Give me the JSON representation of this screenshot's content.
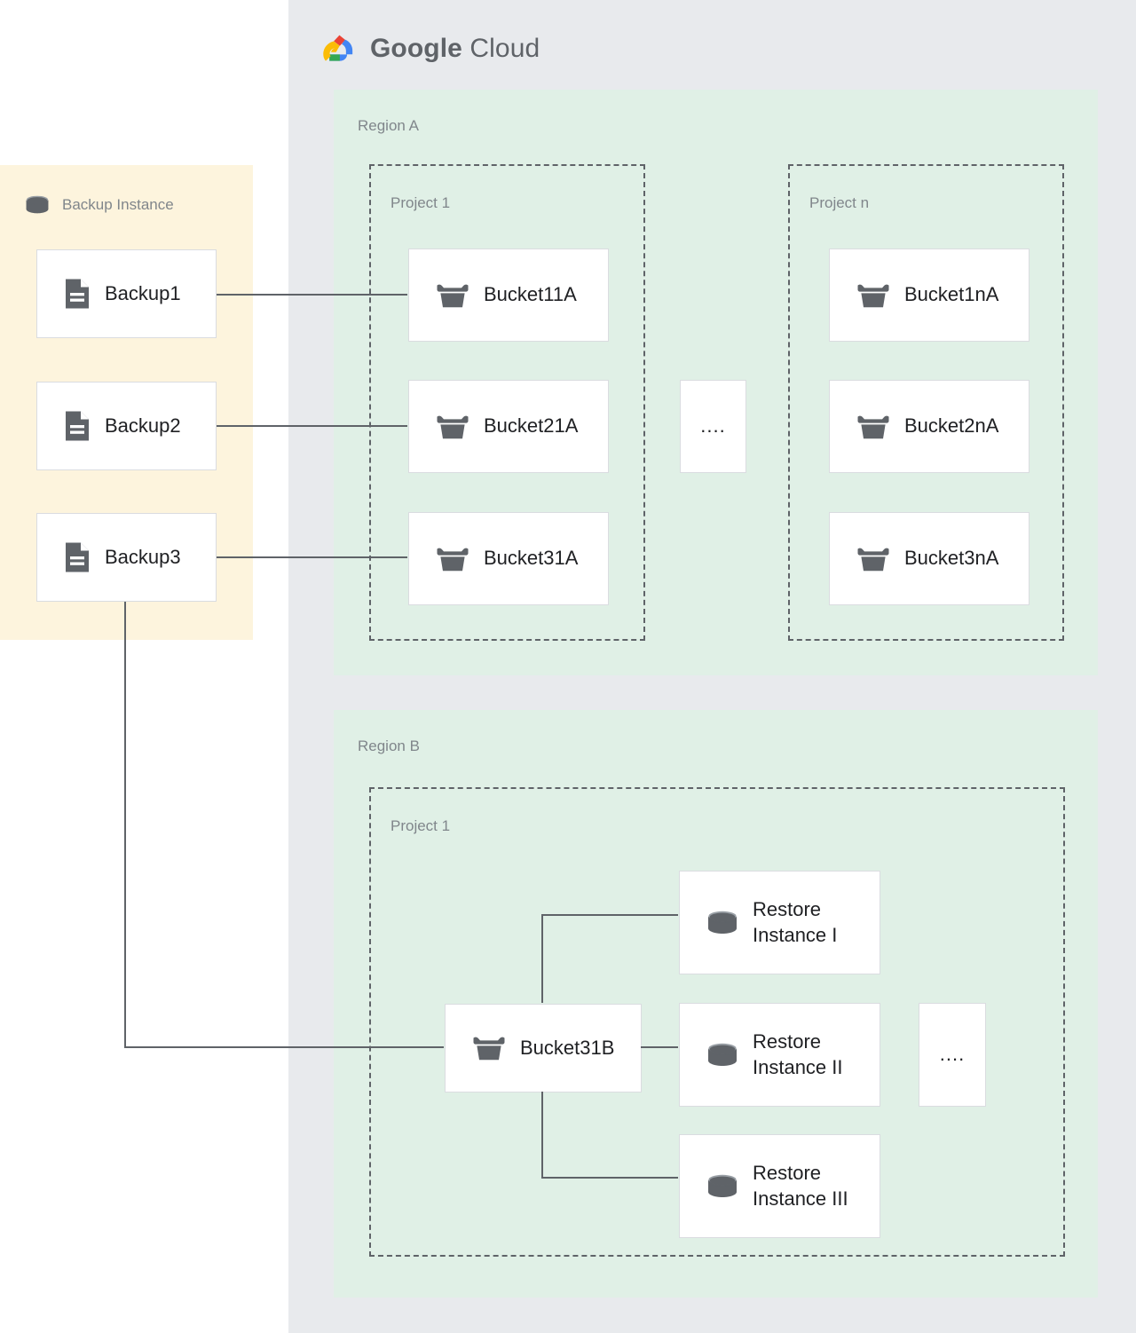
{
  "brand": {
    "logo_text_bold": "Google",
    "logo_text_light": "Cloud",
    "logo_icon": "google-cloud-logo-icon",
    "colors": {
      "cloud_red": "#EA4335",
      "cloud_blue": "#4285F4",
      "cloud_yellow": "#FBBC05",
      "cloud_green": "#34A853",
      "container_bg": "#E8EAED",
      "region_bg": "#E0F0E6",
      "backup_panel_bg": "#FDF4DD",
      "node_bg": "#FFFFFF",
      "node_border": "#DADCE0",
      "line": "#5F6368",
      "label_text": "#80868B",
      "node_text": "#202124"
    }
  },
  "backup_panel": {
    "title": "Backup Instance",
    "icon": "database-cylinder-icon",
    "items": [
      {
        "label": "Backup1",
        "icon": "document-icon"
      },
      {
        "label": "Backup2",
        "icon": "document-icon"
      },
      {
        "label": "Backup3",
        "icon": "document-icon"
      }
    ]
  },
  "regions": [
    {
      "label": "Region A",
      "projects": [
        {
          "label": "Project 1",
          "items": [
            {
              "label": "Bucket11A",
              "icon": "storage-bucket-icon"
            },
            {
              "label": "Bucket21A",
              "icon": "storage-bucket-icon"
            },
            {
              "label": "Bucket31A",
              "icon": "storage-bucket-icon"
            }
          ]
        },
        {
          "label": "Project n",
          "items": [
            {
              "label": "Bucket1nA",
              "icon": "storage-bucket-icon"
            },
            {
              "label": "Bucket2nA",
              "icon": "storage-bucket-icon"
            },
            {
              "label": "Bucket3nA",
              "icon": "storage-bucket-icon"
            }
          ]
        }
      ],
      "ellipsis": "...."
    },
    {
      "label": "Region B",
      "projects": [
        {
          "label": "Project 1",
          "bucket": {
            "label": "Bucket31B",
            "icon": "storage-bucket-icon"
          },
          "items": [
            {
              "label": "Restore\nInstance I",
              "icon": "database-cylinder-icon"
            },
            {
              "label": "Restore\nInstance II",
              "icon": "database-cylinder-icon"
            },
            {
              "label": "Restore\nInstance III",
              "icon": "database-cylinder-icon"
            }
          ]
        }
      ],
      "ellipsis": "...."
    }
  ]
}
